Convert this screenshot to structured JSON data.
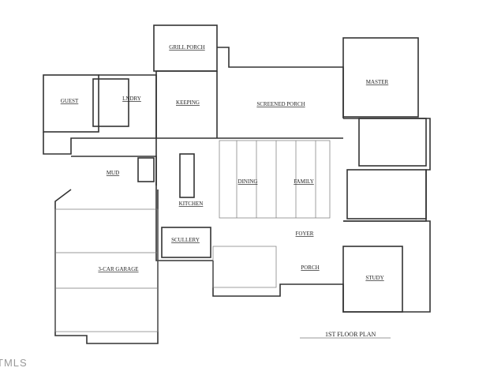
{
  "plan": {
    "title": "1ST FLOOR PLAN",
    "rooms": {
      "grill_porch": "GRILL PORCH",
      "guest": "GUEST",
      "laundry": "LNDRY",
      "keeping": "KEEPING",
      "screened_porch": "SCREENED PORCH",
      "master": "MASTER",
      "mud": "MUD",
      "dining": "DINING",
      "family": "FAMILY",
      "kitchen": "KITCHEN",
      "scullery": "SCULLERY",
      "foyer": "FOYER",
      "garage": "3-CAR GARAGE",
      "porch": "PORCH",
      "study": "STUDY"
    }
  },
  "watermark": "TMLS"
}
